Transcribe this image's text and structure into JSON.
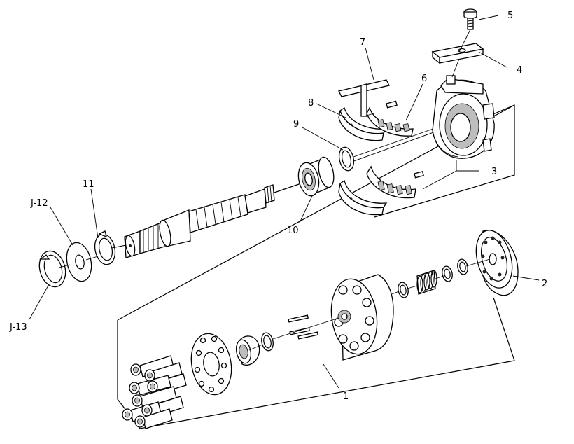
{
  "labels": {
    "l1": "1",
    "l2": "2",
    "l3": "3",
    "l4": "4",
    "l5": "5",
    "l6": "6",
    "l7": "7",
    "l8": "8",
    "l9": "9",
    "l10": "10",
    "l11": "11",
    "lj12": "J-12",
    "lj13": "J-13"
  }
}
